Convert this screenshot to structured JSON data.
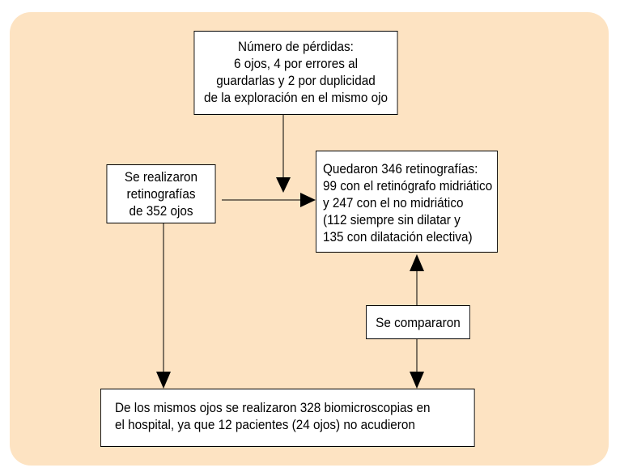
{
  "colors": {
    "panel_background": "#fde3c2",
    "box_fill": "#ffffff",
    "border": "#000000",
    "text": "#000000"
  },
  "boxes": {
    "losses": {
      "lines": [
        "Número de pérdidas:",
        "6 ojos, 4 por errores al",
        "guardarlas y 2 por duplicidad",
        "de la exploración en el mismo ojo"
      ]
    },
    "performed": {
      "lines": [
        "Se realizaron",
        "retinografías",
        "de 352 ojos"
      ]
    },
    "remaining": {
      "lines": [
        "Quedaron 346 retinografías:",
        "99 con el retinógrafo midriático",
        "y 247 con el no midriático",
        "(112 siempre sin dilatar y",
        "135 con dilatación electiva)"
      ]
    },
    "compared": {
      "lines": [
        "Se compararon"
      ]
    },
    "biomicroscopy": {
      "lines": [
        "De los mismos ojos se realizaron 328 biomicroscopias en",
        "el hospital, ya que 12 pacientes (24 ojos) no acudieron"
      ]
    }
  },
  "connections": [
    {
      "from": "losses",
      "to": "remaining"
    },
    {
      "from": "performed",
      "to": "remaining"
    },
    {
      "from": "performed",
      "to": "biomicroscopy"
    },
    {
      "from": "compared",
      "to": "remaining"
    },
    {
      "from": "compared",
      "to": "biomicroscopy"
    }
  ]
}
